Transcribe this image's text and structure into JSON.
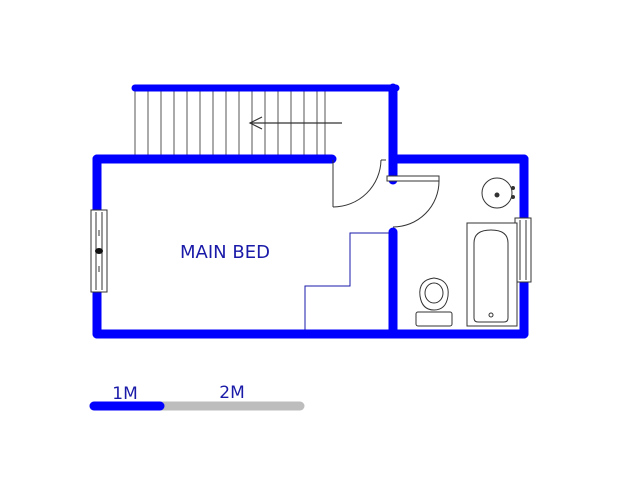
{
  "rooms": {
    "main_bed": {
      "label": "MAIN BED"
    }
  },
  "scale_bar": {
    "label_1": "1M",
    "label_2": "2M"
  },
  "colors": {
    "wall": "#0000ff",
    "label": "#1a1aa8",
    "line": "#444444",
    "scale_grey": "#bdbdbd"
  },
  "icons": [
    "stairs-icon",
    "door-swing-icon",
    "window-icon",
    "basin-icon",
    "toilet-icon",
    "bathtub-icon",
    "stair-arrow-icon"
  ]
}
